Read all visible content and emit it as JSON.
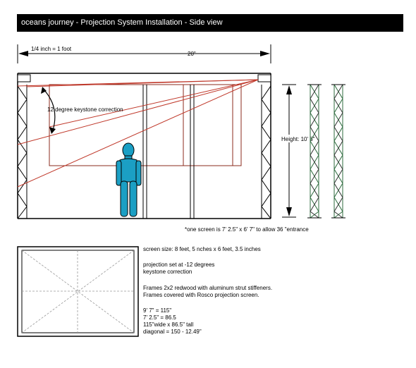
{
  "title": "oceans journey - Projection System Installation - Side view",
  "scale_label": "1/4 inch = 1 foot",
  "width_label": "20\"",
  "height_label": "Height: 10' 6\"",
  "keystone_label": "12 degree keystone correction",
  "entrance_note": "*one screen is 7' 2.5\" x 6' 7\" to allow 36 \"entrance",
  "notes": {
    "screen_size": "screen size: 8 feet, 5 nches x  6 feet, 3.5 inches",
    "projection_1": "projection set at -12 degrees",
    "projection_2": "keystone correction",
    "frames_1": "Frames 2x2 redwood with aluminum strut stiffeners.",
    "frames_2": "Frames covered with Rosco projection screen.",
    "calc_1": "9' 7\" = 115\"",
    "calc_2": "7' 2.5\" = 86.5",
    "calc_3": "115\"wide x 86.5\" tall",
    "calc_4": "diagonal = 150 - 12.49\""
  },
  "colors": {
    "beam": "#c0392b",
    "figure": "#1b9fc4",
    "truss_side": "#2e6b3e",
    "line": "#000000"
  }
}
